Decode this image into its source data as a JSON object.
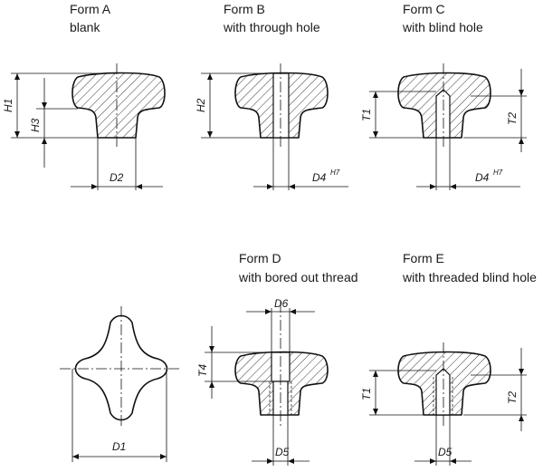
{
  "forms": {
    "a": {
      "title": "Form A",
      "subtitle": "blank"
    },
    "b": {
      "title": "Form B",
      "subtitle": "with through hole"
    },
    "c": {
      "title": "Form C",
      "subtitle": "with blind hole"
    },
    "d": {
      "title": "Form D",
      "subtitle": "with bored out thread"
    },
    "e": {
      "title": "Form E",
      "subtitle": "with threaded blind hole"
    }
  },
  "dims": {
    "h1": "H1",
    "h2": "H2",
    "h3": "H3",
    "t1": "T1",
    "t2": "T2",
    "t4": "T4",
    "d1": "D1",
    "d2": "D2",
    "d4": "D4",
    "d5": "D5",
    "d6": "D6",
    "h7": "H7"
  }
}
